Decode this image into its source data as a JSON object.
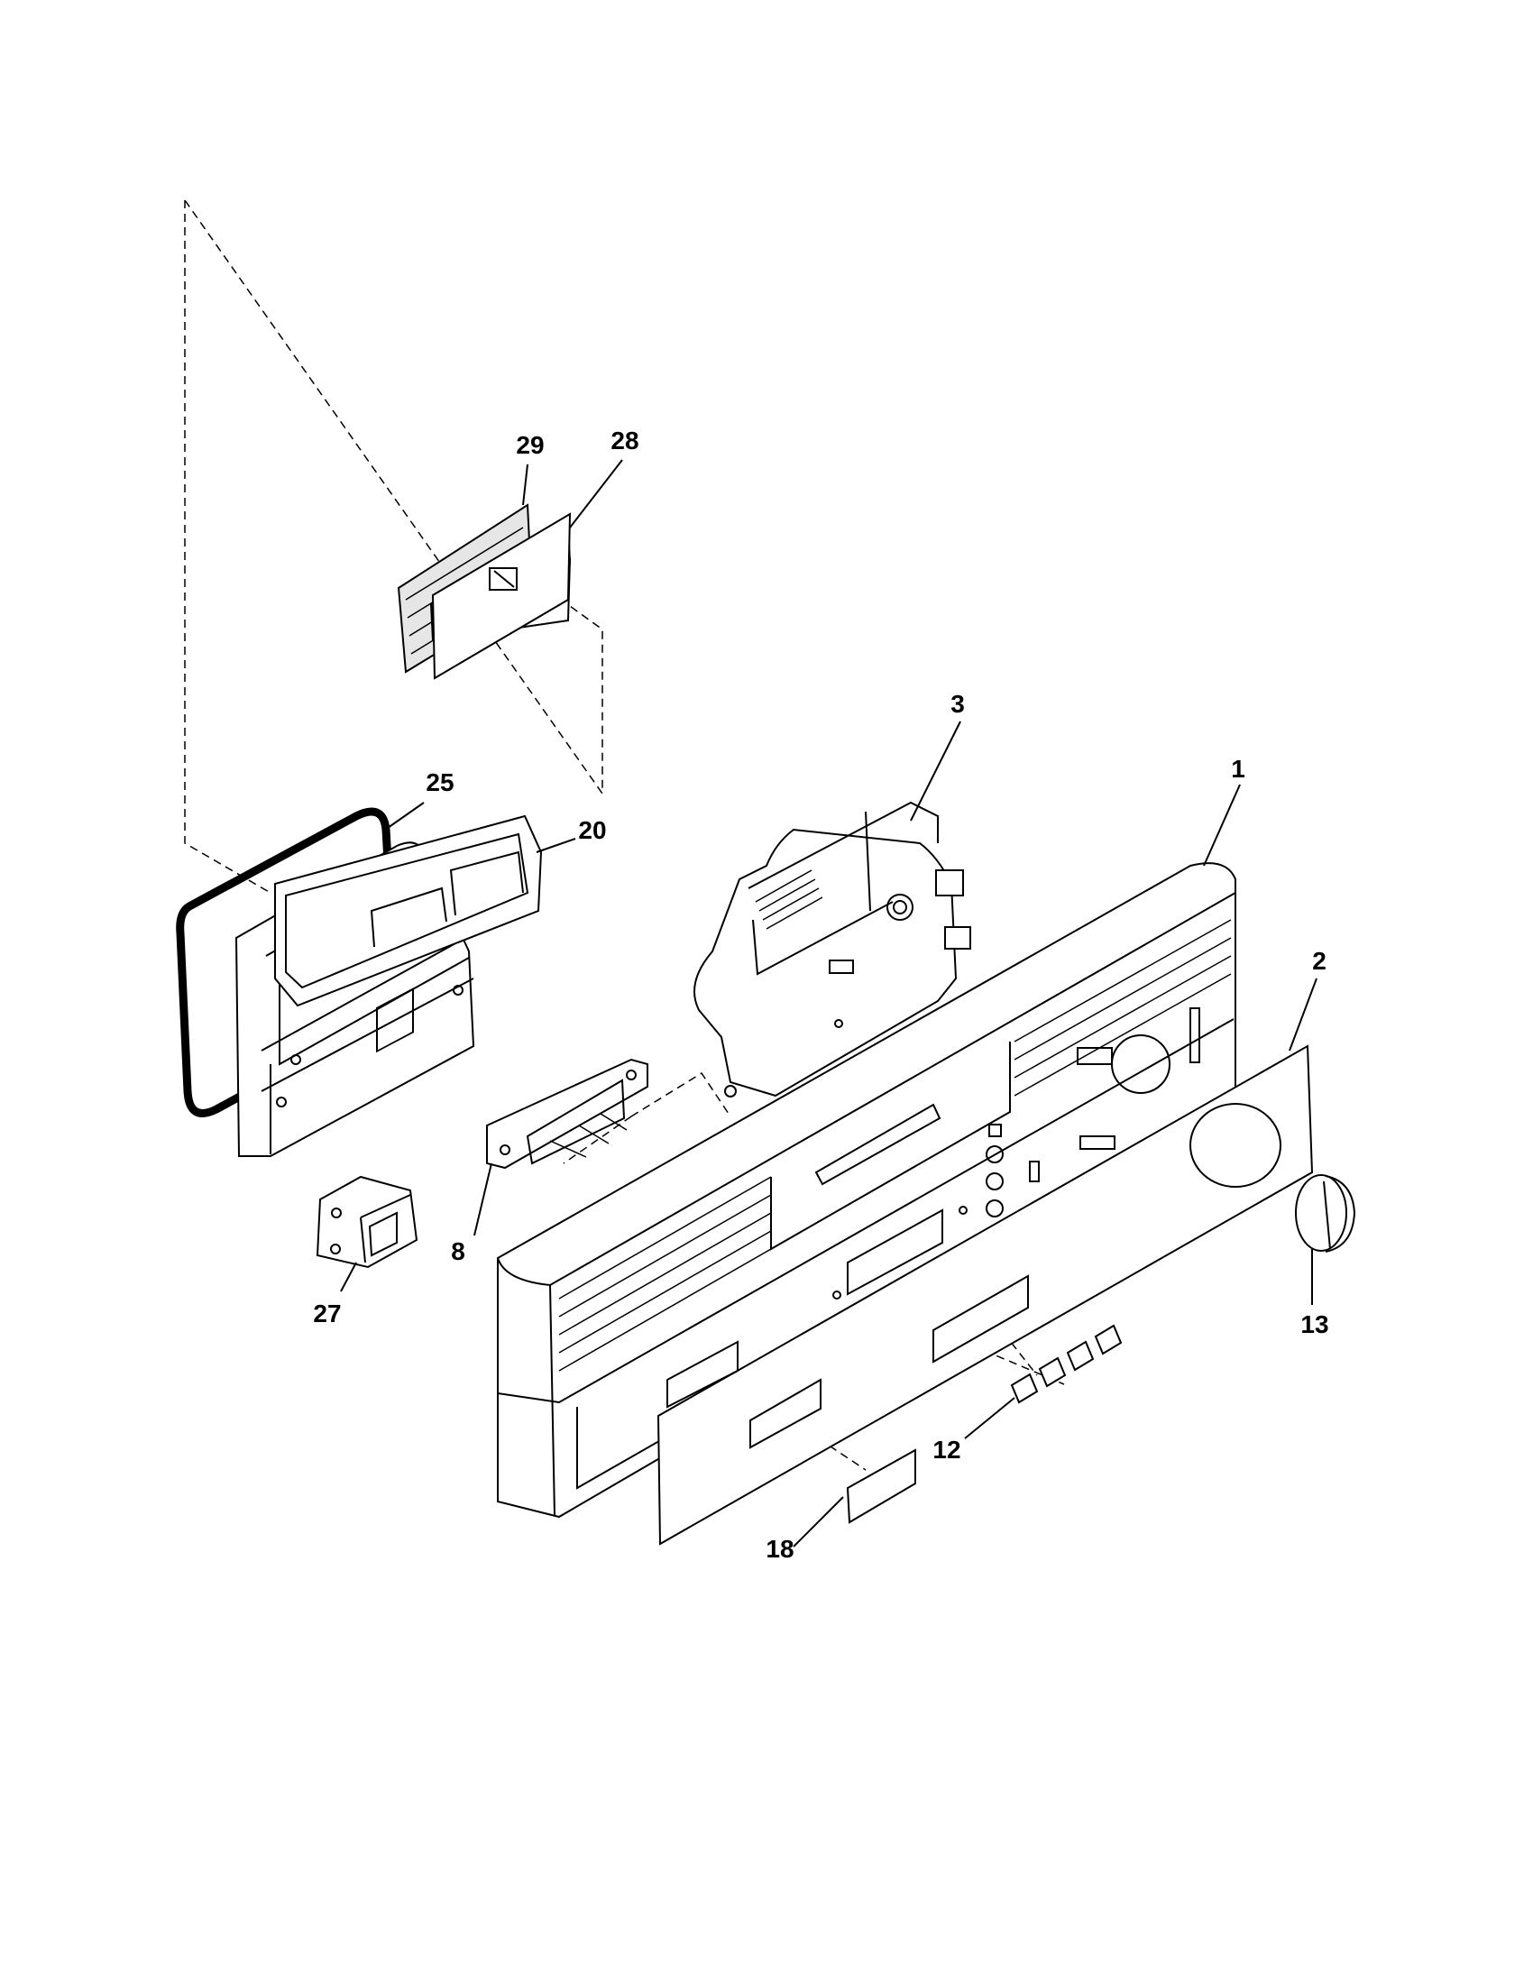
{
  "diagram": {
    "callouts": [
      {
        "id": "c29",
        "label": "29"
      },
      {
        "id": "c28",
        "label": "28"
      },
      {
        "id": "c3",
        "label": "3"
      },
      {
        "id": "c1",
        "label": "1"
      },
      {
        "id": "c25",
        "label": "25"
      },
      {
        "id": "c20",
        "label": "20"
      },
      {
        "id": "c2",
        "label": "2"
      },
      {
        "id": "c8",
        "label": "8"
      },
      {
        "id": "c27",
        "label": "27"
      },
      {
        "id": "c13",
        "label": "13"
      },
      {
        "id": "c12",
        "label": "12"
      },
      {
        "id": "c18",
        "label": "18"
      }
    ]
  }
}
